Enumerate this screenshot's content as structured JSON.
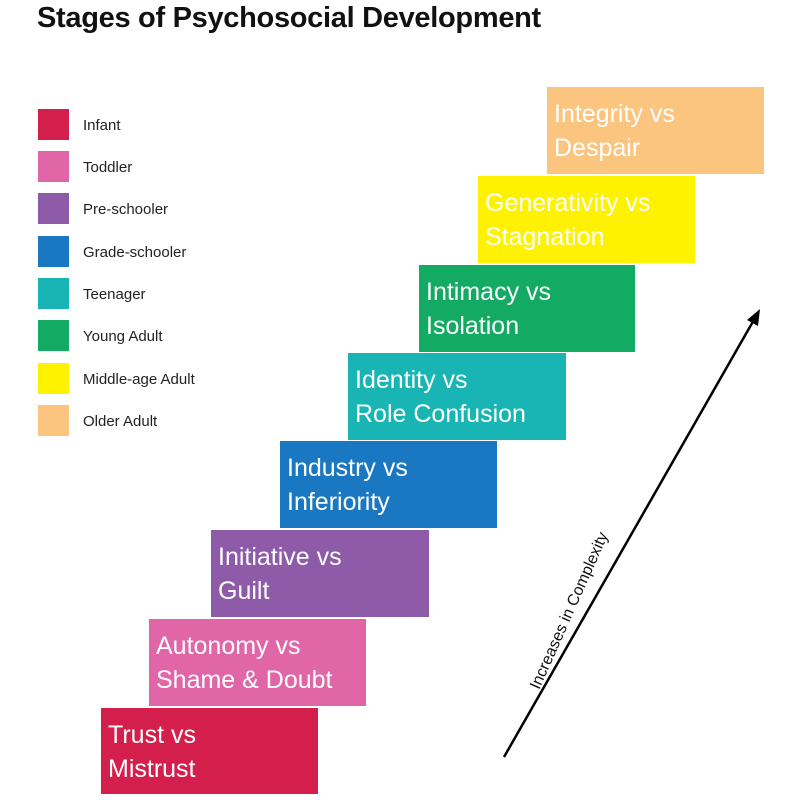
{
  "title": "Stages of Psychosocial Development",
  "legend": [
    {
      "label": "Infant",
      "color": "#d41f4d"
    },
    {
      "label": "Toddler",
      "color": "#e066a8"
    },
    {
      "label": "Pre-schooler",
      "color": "#8e5ba8"
    },
    {
      "label": "Grade-schooler",
      "color": "#1a78c2"
    },
    {
      "label": "Teenager",
      "color": "#19b5b5"
    },
    {
      "label": "Young Adult",
      "color": "#13aa63"
    },
    {
      "label": "Middle-age Adult",
      "color": "#fff200"
    },
    {
      "label": "Older Adult",
      "color": "#fbc47f"
    }
  ],
  "stages": [
    {
      "line1": "Trust vs",
      "line2": "Mistrust",
      "color": "#d41f4d"
    },
    {
      "line1": "Autonomy vs",
      "line2": "Shame & Doubt",
      "color": "#e066a8"
    },
    {
      "line1": "Initiative vs",
      "line2": "Guilt",
      "color": "#8e5ba8"
    },
    {
      "line1": "Industry vs",
      "line2": "Inferiority",
      "color": "#1a78c2"
    },
    {
      "line1": "Identity vs",
      "line2": "Role Confusion",
      "color": "#19b5b5"
    },
    {
      "line1": "Intimacy vs",
      "line2": "Isolation",
      "color": "#13aa63"
    },
    {
      "line1": "Generativity vs",
      "line2": "Stagnation",
      "color": "#fff200"
    },
    {
      "line1": "Integrity vs",
      "line2": "Despair",
      "color": "#fbc47f"
    }
  ],
  "arrow_label": "Increases in Complexity"
}
